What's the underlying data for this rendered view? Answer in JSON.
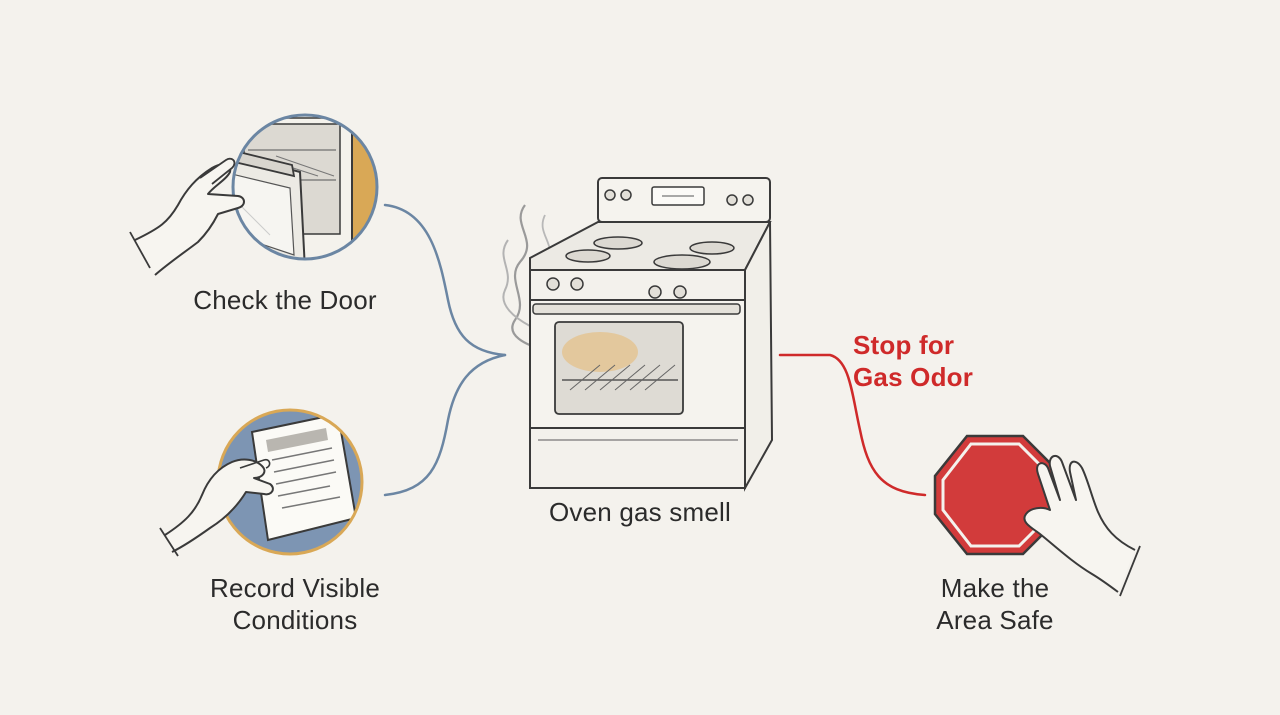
{
  "center": {
    "label": "Oven gas smell"
  },
  "steps": {
    "check_door": {
      "label": "Check the Door"
    },
    "record": {
      "line1": "Record Visible",
      "line2": "Conditions"
    },
    "stop": {
      "line1": "Stop for",
      "line2": "Gas Odor"
    },
    "safe": {
      "line1": "Make the",
      "line2": "Area Safe"
    }
  },
  "colors": {
    "background": "#f4f2ed",
    "ink": "#3a3a3a",
    "connector_blue": "#6b86a3",
    "warning_red": "#cf2a2a",
    "door_panel_orange": "#d9a856",
    "clipboard_blue": "#7d95b3",
    "stop_sign_red": "#d23b3b"
  }
}
